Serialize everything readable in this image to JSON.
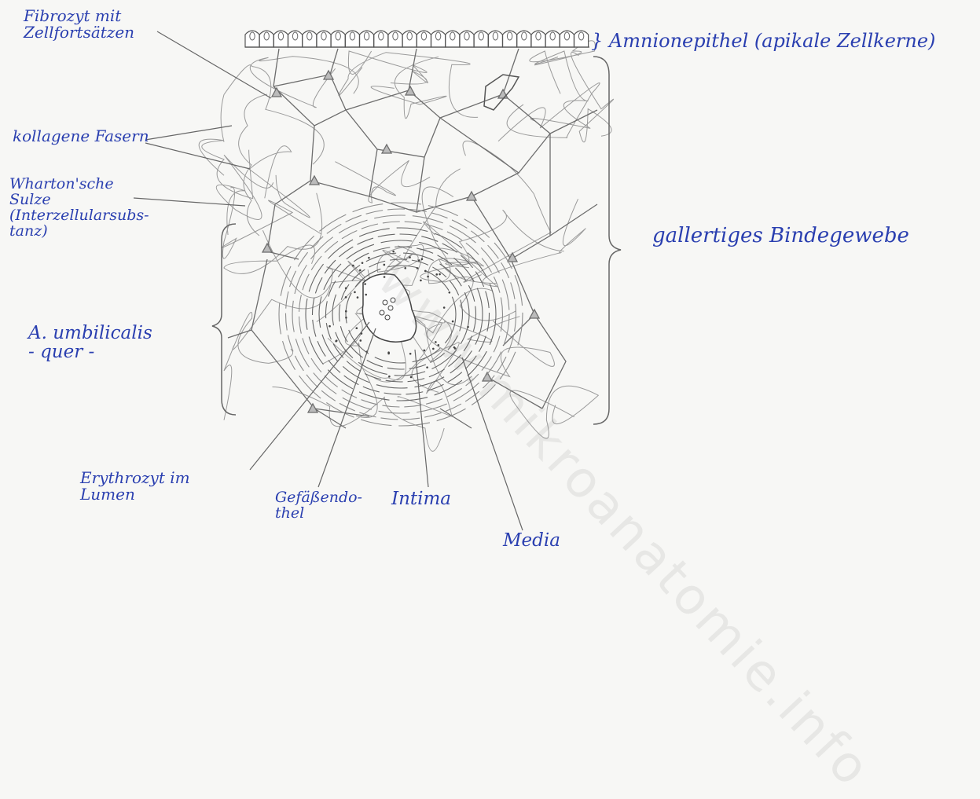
{
  "watermark": "www.mikroanatomie.info",
  "colors": {
    "ink": "#2a3fb0",
    "pencil": "#6d6d6d",
    "paper": "#f7f7f5"
  },
  "labels": {
    "fibrozyt": "Fibrozyt mit\nZellfortsätzen",
    "amnion": "} Amnionepithel (apikale Zellkerne)",
    "kollagen": "kollagene Fasern",
    "wharton": "Wharton'sche\nSulze\n(Interzellularsubs-\ntanz)",
    "gallert": "gallertiges Bindegewebe",
    "arteria": "A. umbilicalis\n- quer -",
    "erythrozyt": "Erythrozyt im\nLumen",
    "endothel": "Gefäßendo-\nthel",
    "intima": "Intima",
    "media": "Media"
  }
}
